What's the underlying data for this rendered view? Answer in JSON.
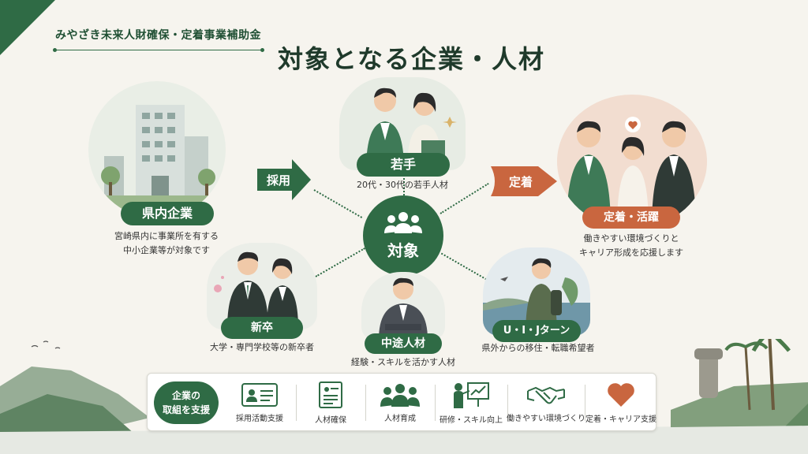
{
  "header": {
    "subtitle": "みやざき未来人財確保・定着事業補助金",
    "title": "対象となる企業・人材"
  },
  "center": {
    "label": "対象"
  },
  "nodes": {
    "company": {
      "label": "県内企業",
      "desc_line1": "宮崎県内に事業所を有する",
      "desc_line2": "中小企業等が対象です"
    },
    "young": {
      "label": "若手",
      "desc": "20代・30代の若手人材"
    },
    "retention": {
      "label": "定着・活躍",
      "desc_line1": "働きやすい環境づくりと",
      "desc_line2": "キャリア形成を応援します"
    },
    "graduate": {
      "label": "新卒",
      "desc": "大学・専門学校等の新卒者"
    },
    "midcareer": {
      "label": "中途人材",
      "desc": "経験・スキルを活かす人材"
    },
    "uij": {
      "label": "U・I・Jターン",
      "desc": "県外からの移住・転職希望者"
    }
  },
  "arrows": {
    "hire": "採用",
    "settle": "定着"
  },
  "support": {
    "label_line1": "企業の",
    "label_line2": "取組を支援",
    "items": [
      {
        "label": "採用活動支援",
        "icon": "id-card-icon"
      },
      {
        "label": "人材確保",
        "icon": "document-icon"
      },
      {
        "label": "人材育成",
        "icon": "people-group-icon"
      },
      {
        "label": "研修・スキル向上",
        "icon": "training-board-icon"
      },
      {
        "label": "働きやすい環境づくり",
        "icon": "handshake-icon"
      },
      {
        "label": "定着・キャリア支援",
        "icon": "heart-icon"
      }
    ]
  },
  "colors": {
    "primary": "#2f6b45",
    "accent": "#c9663f",
    "background": "#f6f4ee"
  }
}
